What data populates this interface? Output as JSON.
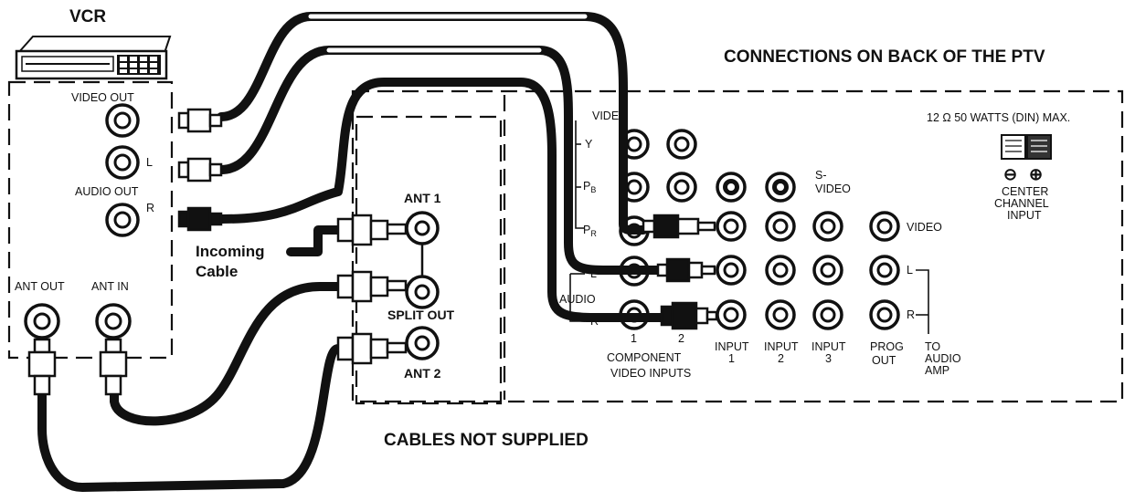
{
  "labels": {
    "vcr": "VCR",
    "header": "CONNECTIONS ON BACK OF THE PTV",
    "footer": "CABLES NOT SUPPLIED",
    "vcr_video_out": "VIDEO OUT",
    "vcr_l": "L",
    "vcr_audio_out": "AUDIO OUT",
    "vcr_r": "R",
    "vcr_ant_out": "ANT OUT",
    "vcr_ant_in": "ANT IN",
    "incoming_cable": "Incoming\nCable",
    "ant1": "ANT 1",
    "split_out": "SPLIT OUT",
    "ant2": "ANT 2",
    "video": "VIDEO",
    "y": "Y",
    "pb": "P",
    "pb_sub": "B",
    "pr": "P",
    "pr_sub": "R",
    "l": "L",
    "audio": "AUDIO",
    "r": "R",
    "s_video": "S-\nVIDEO",
    "video_right": "VIDEO",
    "l_right": "L",
    "r_right": "R",
    "component_1": "1",
    "component_2": "2",
    "component_label": "COMPONENT\nVIDEO INPUTS",
    "input1": "INPUT\n1",
    "input2": "INPUT\n2",
    "input3": "INPUT\n3",
    "prog_out": "PROG\nOUT",
    "to_audio_amp": "TO\nAUDIO\nAMP",
    "speaker_spec": "12 Ω  50 WATTS (DIN) MAX.",
    "minus": "⊖",
    "plus": "⊕",
    "center_channel_input": "CENTER\nCHANNEL\nINPUT"
  }
}
